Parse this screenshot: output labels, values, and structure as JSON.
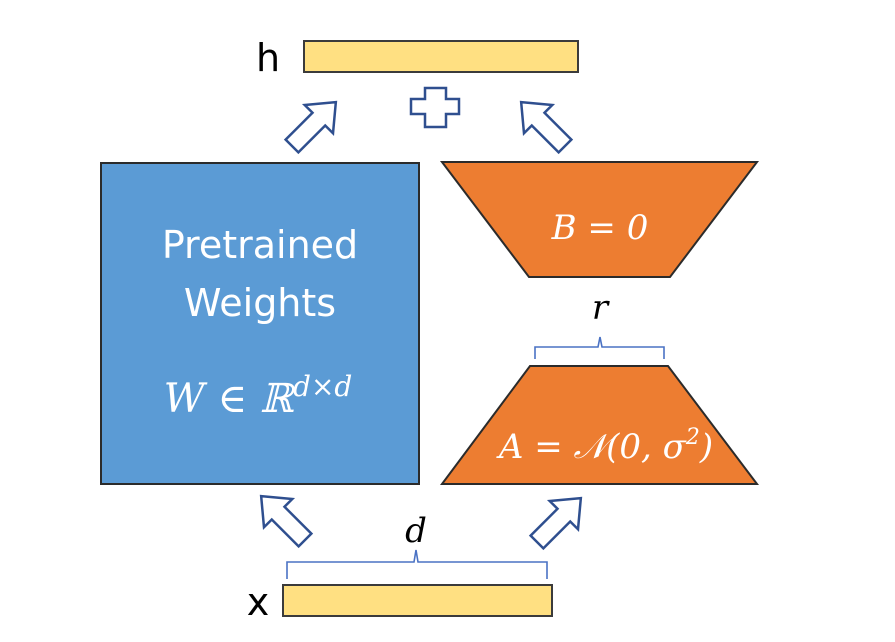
{
  "colors": {
    "yellow_fill": "#FFE082",
    "yellow_stroke": "#3b3b3b",
    "blue_fill": "#5B9BD5",
    "blue_stroke": "#2b2b2b",
    "orange_fill": "#ED7D31",
    "orange_stroke": "#2b2b2b",
    "arrow_stroke": "#2F4F8F",
    "brace_stroke": "#4A72C4",
    "white_text": "#ffffff",
    "black_text": "#000000"
  },
  "labels": {
    "h": "h",
    "x": "x",
    "pretrained_line1": "Pretrained",
    "pretrained_line2": "Weights",
    "w_formula_main": "W ∈ ℝ",
    "w_formula_sup": "d×d",
    "b_formula": "B = 0",
    "a_formula_main": "A = 𝒩(0, σ",
    "a_formula_sup": "2",
    "a_formula_end": ")",
    "r_label": "r",
    "d_label": "d"
  },
  "icons": {
    "plus": "plus-icon",
    "arrows": [
      "arrow-up-right-icon",
      "arrow-up-left-icon",
      "arrow-up-left-icon",
      "arrow-up-right-icon"
    ]
  }
}
